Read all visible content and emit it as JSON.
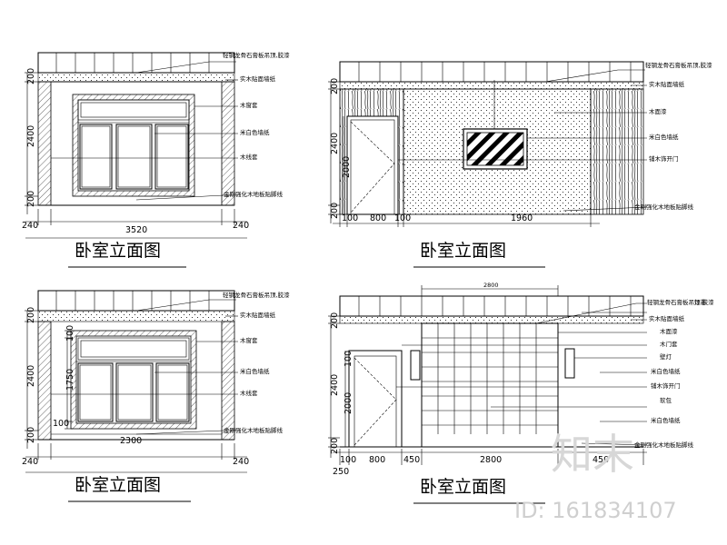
{
  "top_left": {
    "title": "卧室立面图",
    "labels": [
      "轻钢龙骨石膏板吊顶,胶漆",
      "实木贴面墙纸",
      "木窗套",
      "米白色墙纸",
      "木线套",
      "金刚强化木地板贴脚线"
    ],
    "dims_v": [
      "200",
      "2400",
      "200"
    ],
    "dims_h": [
      "240",
      "3520",
      "240"
    ]
  },
  "top_right": {
    "title": "卧室立面图",
    "labels": [
      "轻钢龙骨石膏板吊顶,胶漆",
      "实木贴面墙纸",
      "木面漆",
      "米白色墙纸",
      "铺木饰开门",
      "金刚强化木地板贴脚线"
    ],
    "dims_v": [
      "200",
      "2400",
      "2000",
      "200"
    ],
    "dims_h": [
      "100",
      "800",
      "100",
      "1960"
    ]
  },
  "bottom_left": {
    "title": "卧室立面图",
    "labels": [
      "轻钢龙骨石膏板吊顶,胶漆",
      "实木贴面墙纸",
      "木窗套",
      "米白色墙纸",
      "木线套",
      "金刚强化木地板贴脚线"
    ],
    "dims_v": [
      "200",
      "2400",
      "100",
      "1750",
      "100",
      "200"
    ],
    "dims_h": [
      "240",
      "2300",
      "240"
    ]
  },
  "bottom_right": {
    "title": "卧室立面图",
    "labels": [
      "灯带",
      "轻钢龙骨石膏板吊顶,胶漆",
      "实木贴面墙纸",
      "木面漆",
      "木门套",
      "壁灯",
      "米白色墙纸",
      "铺木饰开门",
      "软包",
      "米白色墙纸",
      "金刚强化木地板贴脚线"
    ],
    "dims_v": [
      "200",
      "2400",
      "100",
      "2000",
      "200"
    ],
    "dims_h": [
      "100",
      "800",
      "450",
      "2800",
      "450",
      "250"
    ],
    "top_dim": "2800"
  },
  "watermark": {
    "text": "知末",
    "id": "ID: 161834107"
  }
}
